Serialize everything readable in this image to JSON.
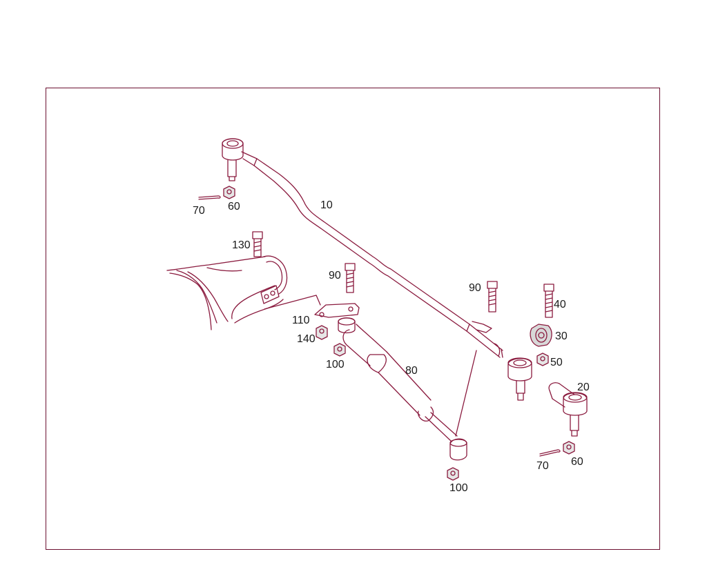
{
  "diagram": {
    "colors": {
      "line": "#8a1a3e",
      "shade": "#c9c9c9",
      "frame": "#6b1030",
      "label": "#1a1a1a"
    },
    "labels": {
      "tie_rod": "10",
      "tie_rod_end_right": "20",
      "clamp": "30",
      "clamp_bolt": "40",
      "clamp_nut": "50",
      "castle_nut_left": "60",
      "castle_nut_right": "60",
      "cotter_pin_left": "70",
      "cotter_pin_right": "70",
      "damper": "80",
      "bolt_90_left": "90",
      "bolt_90_right": "90",
      "nut_100_upper": "100",
      "nut_100_lower": "100",
      "bracket": "110",
      "bolt_130": "130",
      "nut_140": "140"
    }
  }
}
